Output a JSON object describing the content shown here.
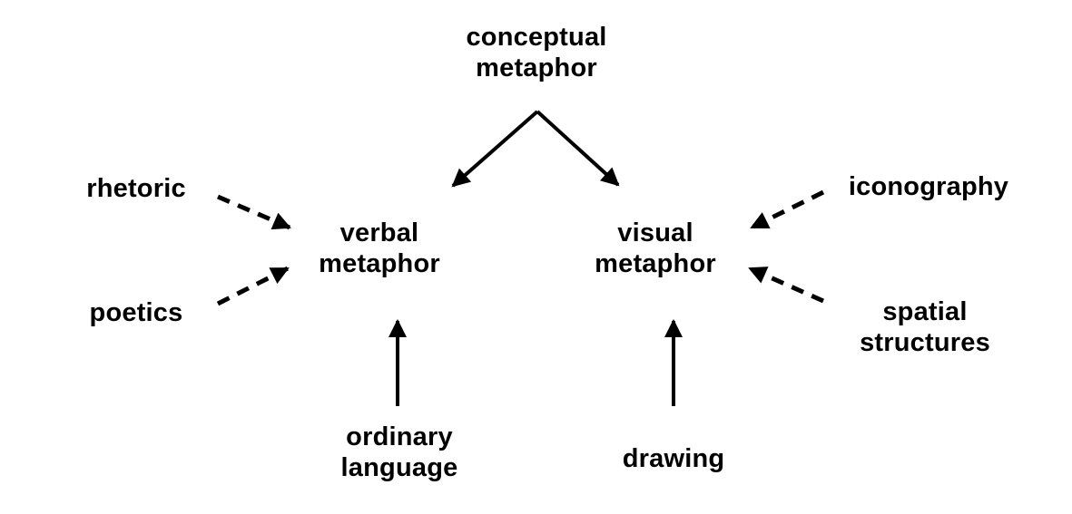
{
  "diagram": {
    "description": "Concept map of metaphor research: conceptual metaphor splits into verbal and visual metaphor, each fed by related fields.",
    "colors": {
      "ink": "#000000",
      "background": "#ffffff"
    },
    "nodes": {
      "conceptual_metaphor": {
        "label": "conceptual\nmetaphor"
      },
      "rhetoric": {
        "label": "rhetoric"
      },
      "poetics": {
        "label": "poetics"
      },
      "verbal_metaphor": {
        "label": "verbal\nmetaphor"
      },
      "visual_metaphor": {
        "label": "visual\nmetaphor"
      },
      "iconography": {
        "label": "iconography"
      },
      "spatial_structures": {
        "label": "spatial\nstructures"
      },
      "ordinary_language": {
        "label": "ordinary\nlanguage"
      },
      "drawing": {
        "label": "drawing"
      }
    },
    "edges": [
      {
        "from": "conceptual metaphor",
        "to": "verbal metaphor",
        "style": "solid",
        "direction": "down-left"
      },
      {
        "from": "conceptual metaphor",
        "to": "visual metaphor",
        "style": "solid",
        "direction": "down-right"
      },
      {
        "from": "rhetoric",
        "to": "verbal metaphor",
        "style": "dashed",
        "direction": "down-right"
      },
      {
        "from": "poetics",
        "to": "verbal metaphor",
        "style": "dashed",
        "direction": "up-right"
      },
      {
        "from": "iconography",
        "to": "visual metaphor",
        "style": "dashed",
        "direction": "down-left"
      },
      {
        "from": "spatial structures",
        "to": "visual metaphor",
        "style": "dashed",
        "direction": "up-left"
      },
      {
        "from": "ordinary language",
        "to": "verbal metaphor",
        "style": "solid",
        "direction": "up"
      },
      {
        "from": "drawing",
        "to": "visual metaphor",
        "style": "solid",
        "direction": "up"
      }
    ]
  }
}
